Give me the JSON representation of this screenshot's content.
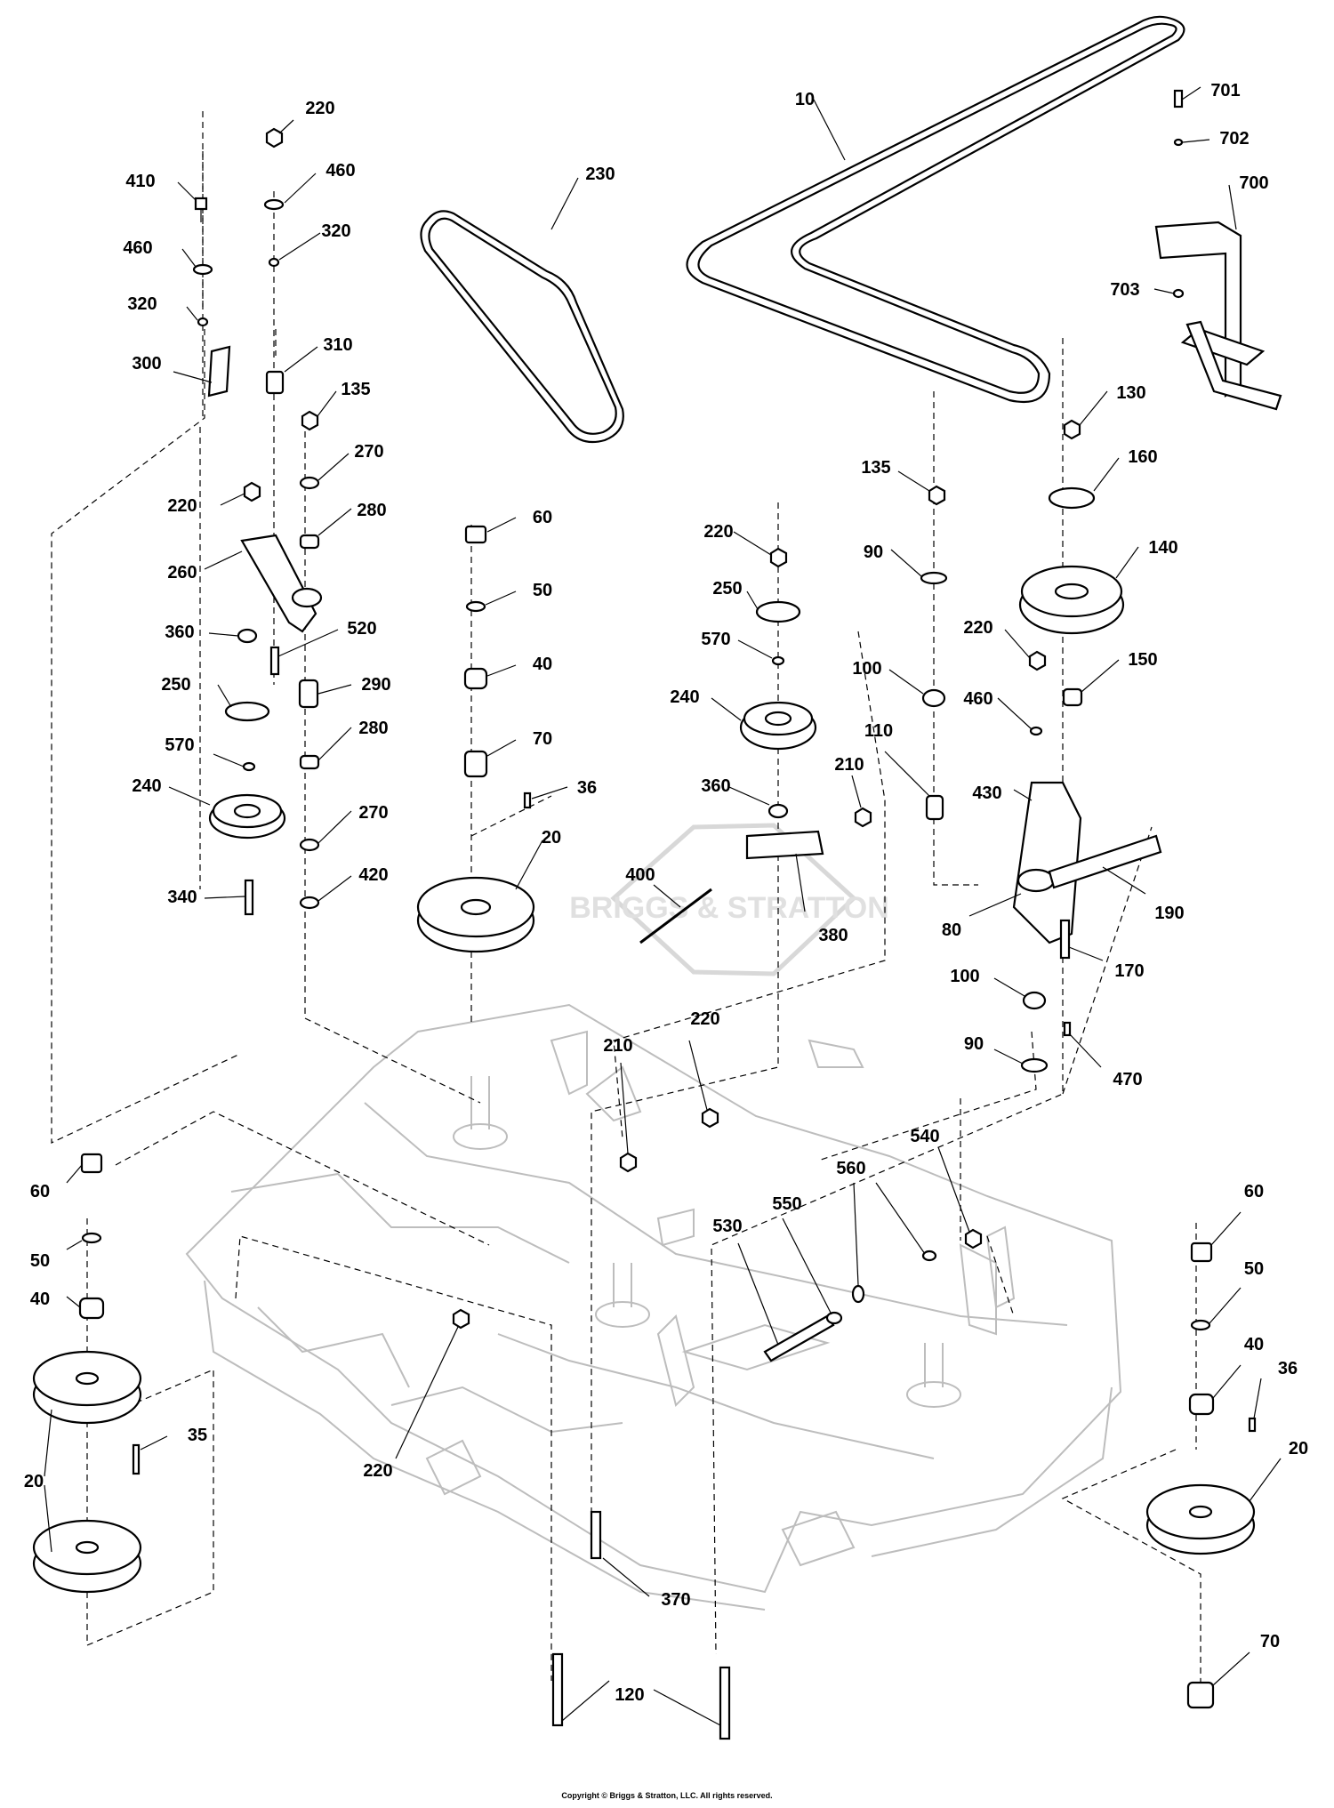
{
  "labels": [
    {
      "id": "220-a",
      "text": "220"
    },
    {
      "id": "460-a",
      "text": "460"
    },
    {
      "id": "410",
      "text": "410"
    },
    {
      "id": "460-b",
      "text": "460"
    },
    {
      "id": "320-a",
      "text": "320"
    },
    {
      "id": "320-b",
      "text": "320"
    },
    {
      "id": "310",
      "text": "310"
    },
    {
      "id": "300",
      "text": "300"
    },
    {
      "id": "135-a",
      "text": "135"
    },
    {
      "id": "270-a",
      "text": "270"
    },
    {
      "id": "220-b",
      "text": "220"
    },
    {
      "id": "280-a",
      "text": "280"
    },
    {
      "id": "260",
      "text": "260"
    },
    {
      "id": "360-a",
      "text": "360"
    },
    {
      "id": "520",
      "text": "520"
    },
    {
      "id": "250-a",
      "text": "250"
    },
    {
      "id": "290",
      "text": "290"
    },
    {
      "id": "570-a",
      "text": "570"
    },
    {
      "id": "280-b",
      "text": "280"
    },
    {
      "id": "240-a",
      "text": "240"
    },
    {
      "id": "270-b",
      "text": "270"
    },
    {
      "id": "340",
      "text": "340"
    },
    {
      "id": "420",
      "text": "420"
    },
    {
      "id": "10",
      "text": "10"
    },
    {
      "id": "230",
      "text": "230"
    },
    {
      "id": "701",
      "text": "701"
    },
    {
      "id": "702",
      "text": "702"
    },
    {
      "id": "700",
      "text": "700"
    },
    {
      "id": "703",
      "text": "703"
    },
    {
      "id": "130",
      "text": "130"
    },
    {
      "id": "160",
      "text": "160"
    },
    {
      "id": "135-b",
      "text": "135"
    },
    {
      "id": "140",
      "text": "140"
    },
    {
      "id": "90-a",
      "text": "90"
    },
    {
      "id": "220-c",
      "text": "220"
    },
    {
      "id": "150",
      "text": "150"
    },
    {
      "id": "100-a",
      "text": "100"
    },
    {
      "id": "460-c",
      "text": "460"
    },
    {
      "id": "110",
      "text": "110"
    },
    {
      "id": "430",
      "text": "430"
    },
    {
      "id": "190",
      "text": "190"
    },
    {
      "id": "80",
      "text": "80"
    },
    {
      "id": "170",
      "text": "170"
    },
    {
      "id": "100-b",
      "text": "100"
    },
    {
      "id": "90-b",
      "text": "90"
    },
    {
      "id": "470",
      "text": "470"
    },
    {
      "id": "60-a",
      "text": "60"
    },
    {
      "id": "50-a",
      "text": "50"
    },
    {
      "id": "40-a",
      "text": "40"
    },
    {
      "id": "70-a",
      "text": "70"
    },
    {
      "id": "36-a",
      "text": "36"
    },
    {
      "id": "20-a",
      "text": "20"
    },
    {
      "id": "220-d",
      "text": "220"
    },
    {
      "id": "250-b",
      "text": "250"
    },
    {
      "id": "570-b",
      "text": "570"
    },
    {
      "id": "240-b",
      "text": "240"
    },
    {
      "id": "210-a",
      "text": "210"
    },
    {
      "id": "360-b",
      "text": "360"
    },
    {
      "id": "400",
      "text": "400"
    },
    {
      "id": "380",
      "text": "380"
    },
    {
      "id": "220-e",
      "text": "220"
    },
    {
      "id": "210-b",
      "text": "210"
    },
    {
      "id": "540",
      "text": "540"
    },
    {
      "id": "560",
      "text": "560"
    },
    {
      "id": "550",
      "text": "550"
    },
    {
      "id": "530",
      "text": "530"
    },
    {
      "id": "60-b",
      "text": "60"
    },
    {
      "id": "50-b",
      "text": "50"
    },
    {
      "id": "40-b",
      "text": "40"
    },
    {
      "id": "35",
      "text": "35"
    },
    {
      "id": "20-b",
      "text": "20"
    },
    {
      "id": "220-f",
      "text": "220"
    },
    {
      "id": "60-c",
      "text": "60"
    },
    {
      "id": "50-c",
      "text": "50"
    },
    {
      "id": "40-c",
      "text": "40"
    },
    {
      "id": "36-b",
      "text": "36"
    },
    {
      "id": "20-c",
      "text": "20"
    },
    {
      "id": "70-b",
      "text": "70"
    },
    {
      "id": "370",
      "text": "370"
    },
    {
      "id": "120",
      "text": "120"
    }
  ],
  "watermark": {
    "text": "BRIGGS & STRATTON"
  },
  "copyright": "Copyright © Briggs & Stratton, LLC. All rights reserved."
}
